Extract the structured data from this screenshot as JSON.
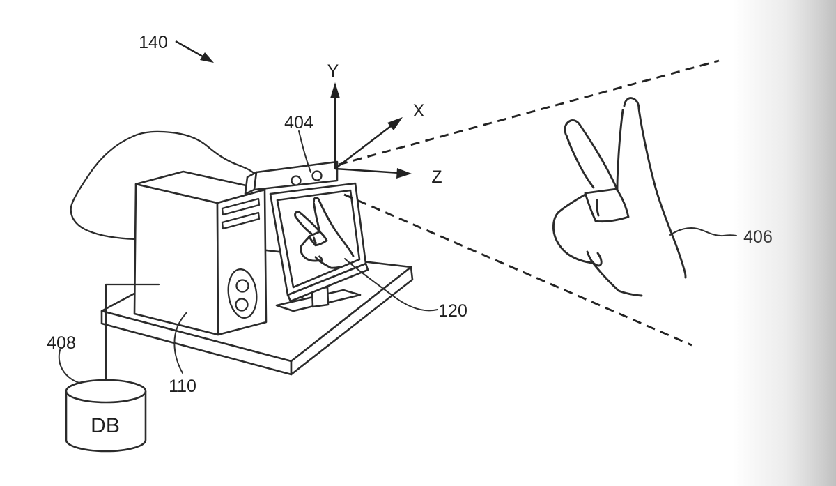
{
  "figure": {
    "background_color": "#ffffff",
    "line_color": "#2b2b2b",
    "right_edge_shade_color": "#b5b5b5",
    "labels": {
      "system_ref": "140",
      "camera_ref": "404",
      "hand_ref": "406",
      "database_ref": "408",
      "computer_ref": "110",
      "display_ref": "120",
      "database_text": "DB",
      "axis_x": "X",
      "axis_y": "Y",
      "axis_z": "Z"
    }
  }
}
